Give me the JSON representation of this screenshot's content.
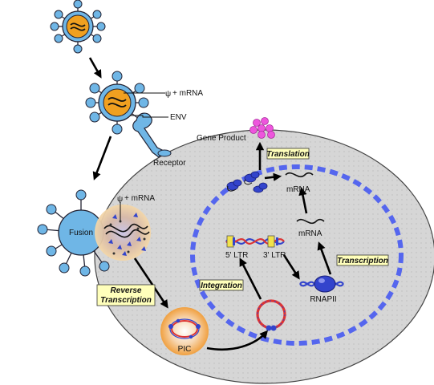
{
  "labels": {
    "mrna_top": "+ mRNA",
    "psi": "ψ",
    "env": "ENV",
    "receptor": "Receptor",
    "fusion": "Fusion",
    "mrna_fusion": "+ mRNA",
    "gene_product": "Gene Product",
    "translation": "Translation",
    "mrna_upper": "mRNA",
    "mrna_lower": "mRNA",
    "ltr5": "5' LTR",
    "ltr3": "3' LTR",
    "transcription": "Transcription",
    "integration": "Integration",
    "rnapii": "RNAPII",
    "reverse": "Reverse",
    "transcription2": "Transcription",
    "pic": "PIC"
  },
  "colors": {
    "virus_spike": "#6fb6e6",
    "virus_core": "#f0a020",
    "cell": "#d9d9d9",
    "nucleus_dash": "#5566ee",
    "label_box": "#ffffbb",
    "gene_product": "#ee55dd",
    "dna_red": "#dd3333",
    "dna_blue": "#3344cc"
  }
}
